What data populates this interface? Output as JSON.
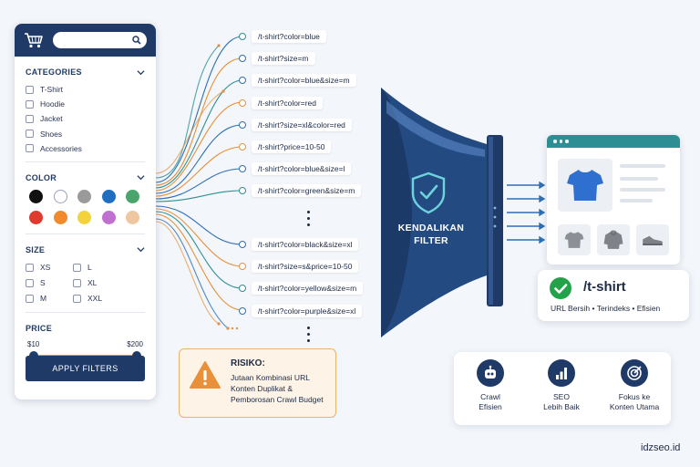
{
  "filter_panel": {
    "categories": {
      "title": "CATEGORIES",
      "items": [
        "T-Shirt",
        "Hoodie",
        "Jacket",
        "Shoes",
        "Accessories"
      ]
    },
    "color": {
      "title": "COLOR",
      "swatches": [
        "#111111",
        "#ffffff",
        "#9a9a9a",
        "#1f6ec0",
        "#49a56b",
        "#e03a2f",
        "#f08a2c",
        "#f4d23b",
        "#c070cf",
        "#eec7a1"
      ]
    },
    "size": {
      "title": "SIZE",
      "items": [
        "XS",
        "L",
        "S",
        "XL",
        "M",
        "XXL"
      ]
    },
    "price": {
      "title": "PRICE",
      "min_label": "$10",
      "max_label": "$200"
    },
    "apply_label": "APPLY FILTERS"
  },
  "urls_top": [
    "/t-shirt?color=blue",
    "/t-shirt?size=m",
    "/t-shirt?color=blue&size=m",
    "/t-shirt?color=red",
    "/t-shirt?size=xl&color=red",
    "/t-shirt?price=10-50",
    "/t-shirt?color=blue&size=l",
    "/t-shirt?color=green&size=m"
  ],
  "urls_bottom": [
    "/t-shirt?color=black&size=xl",
    "/t-shirt?size=s&price=10-50",
    "/t-shirt?color=yellow&size=m",
    "/t-shirt?color=purple&size=xl"
  ],
  "risk": {
    "title": "RISIKO:",
    "lines": [
      "Jutaan Kombinasi URL",
      "Konten Duplikat &",
      "Pemborosan Crawl Budget"
    ]
  },
  "funnel": {
    "label_line1": "KENDALIKAN",
    "label_line2": "FILTER"
  },
  "result": {
    "url": "/t-shirt",
    "subtitle": "URL Bersih • Terindeks • Efisien"
  },
  "benefits": [
    {
      "line1": "Crawl",
      "line2": "Efisien",
      "icon": "robot-icon"
    },
    {
      "line1": "SEO",
      "line2": "Lebih Baik",
      "icon": "bar-chart-icon"
    },
    {
      "line1": "Fokus ke",
      "line2": "Konten Utama",
      "icon": "target-icon"
    }
  ],
  "brand": "idzseo.id",
  "colors": {
    "navy": "#1f3a66",
    "orange": "#e8903a",
    "teal": "#2d8f94",
    "blue": "#2f6fb5",
    "green_check": "#22a34a"
  }
}
